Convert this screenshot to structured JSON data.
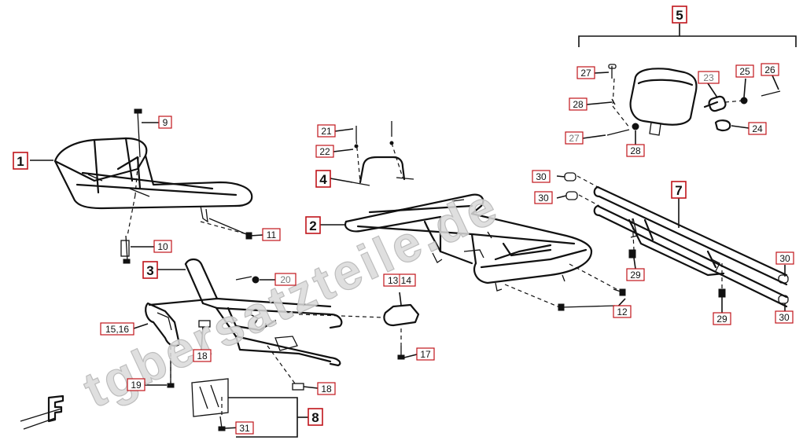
{
  "watermark": "tgbersatzteile.de",
  "logo_letter": "F",
  "callouts": {
    "c1": "1",
    "c2": "2",
    "c3": "3",
    "c4": "4",
    "c5": "5",
    "c7": "7",
    "c8": "8",
    "c9": "9",
    "c10": "10",
    "c11": "11",
    "c12": "12",
    "c13_14": "13 14",
    "c15_16": "15,16",
    "c17": "17",
    "c18a": "18",
    "c18b": "18",
    "c19": "19",
    "c20": "20",
    "c21": "21",
    "c22": "22",
    "c23": "23",
    "c24": "24",
    "c25": "25",
    "c26": "26",
    "c27a": "27",
    "c27b": "27",
    "c28a": "28",
    "c28b": "28",
    "c29a": "29",
    "c29b": "29",
    "c30a": "30",
    "c30b": "30",
    "c30c": "30",
    "c30d": "30",
    "c31": "31"
  },
  "colors": {
    "callout_border": "#c0141a",
    "line": "#111111",
    "watermark": "#d9d9d9"
  }
}
